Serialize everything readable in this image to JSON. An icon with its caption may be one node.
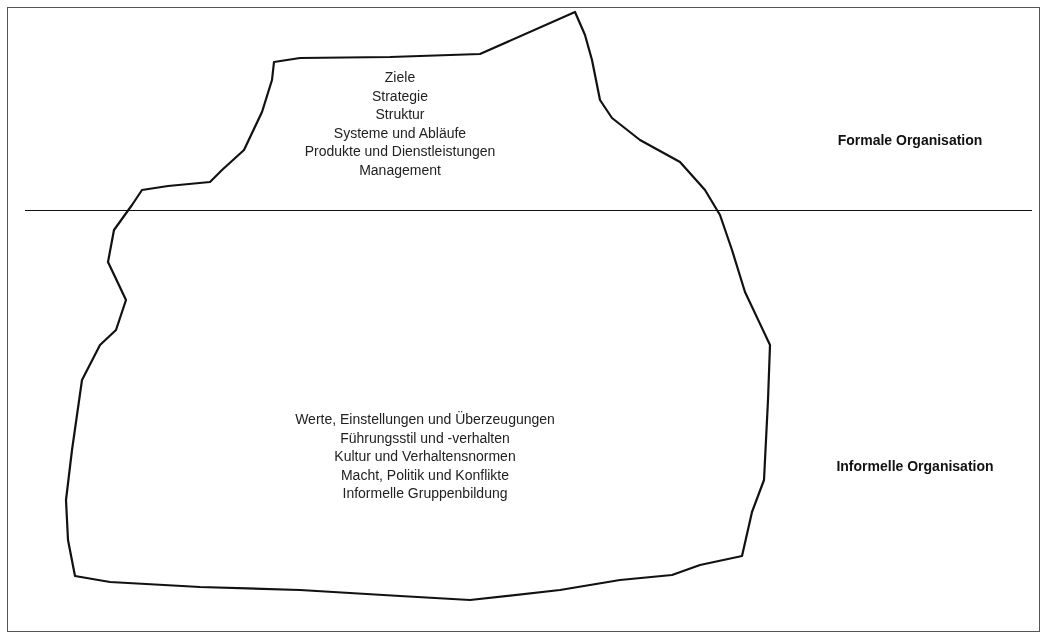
{
  "diagram": {
    "nodes": [
      {
        "text": [
          "Ziele",
          "Strategie",
          "Struktur",
          "Systeme und Abläufe",
          "Produkte und Dienstleistungen",
          "Management",
          "Werte, Einstellungen und Überzeugungen",
          "Führungsstil und -verhalten",
          "Kultur und Verhaltensnormen",
          "Macht, Politik und Konflikte",
          "Informelle Gruppenbildung"
        ]
      }
    ],
    "edges": [],
    "labels": [
      "Formale Organisation",
      "Informelle Organisation"
    ]
  }
}
